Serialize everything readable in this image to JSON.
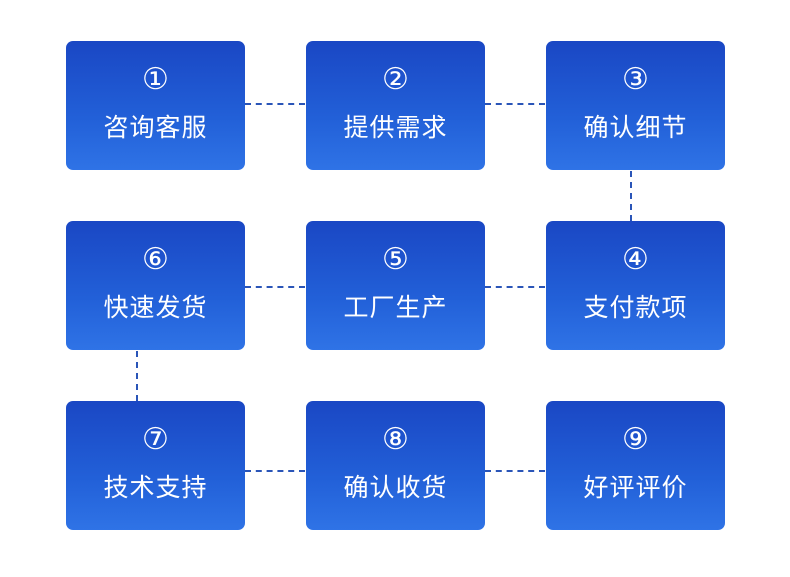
{
  "steps": [
    {
      "num": "①",
      "label": "咨询客服"
    },
    {
      "num": "②",
      "label": "提供需求"
    },
    {
      "num": "③",
      "label": "确认细节"
    },
    {
      "num": "④",
      "label": "支付款项"
    },
    {
      "num": "⑤",
      "label": "工厂生产"
    },
    {
      "num": "⑥",
      "label": "快速发货"
    },
    {
      "num": "⑦",
      "label": "技术支持"
    },
    {
      "num": "⑧",
      "label": "确认收货"
    },
    {
      "num": "⑨",
      "label": "好评评价"
    }
  ],
  "colors": {
    "box_top": "#1a47c4",
    "box_bottom": "#2f73e6",
    "connector": "#2a55b8",
    "text": "#ffffff"
  }
}
